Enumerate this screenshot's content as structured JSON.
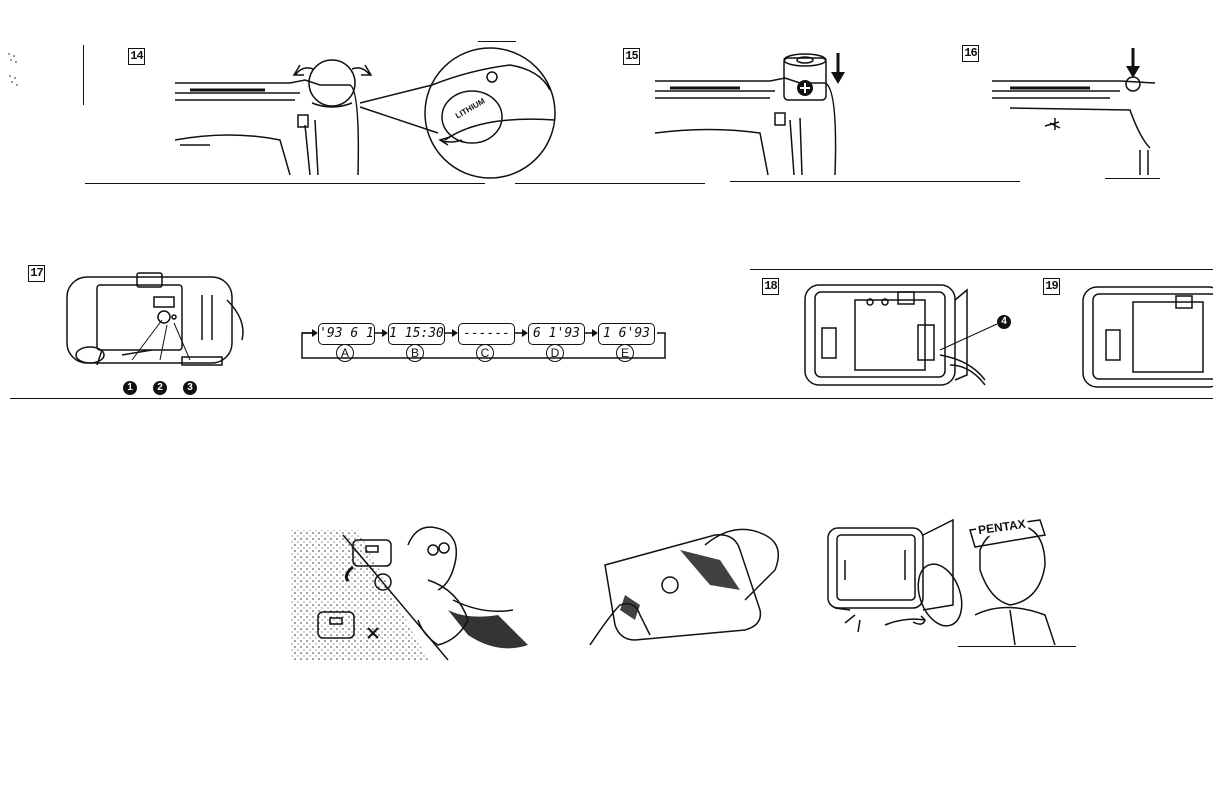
{
  "steps": {
    "s14": "14",
    "s15": "15",
    "s16": "16",
    "s17": "17",
    "s18": "18",
    "s19": "19"
  },
  "battery_label": "LITHIUM",
  "callouts": [
    "1",
    "2",
    "3",
    "4"
  ],
  "date_modes": [
    {
      "display": "'93  6  1",
      "mark": "A"
    },
    {
      "display": "1 15:30",
      "mark": "B"
    },
    {
      "display": "------",
      "mark": "C"
    },
    {
      "display": "6  1'93",
      "mark": "D"
    },
    {
      "display": "1  6'93",
      "mark": "E"
    }
  ],
  "cap_brand": "PENTAX",
  "icons": [
    "rotate-arrows-icon",
    "down-arrow-icon",
    "battery-plus-icon",
    "x-mark-icon",
    "circle-ok-icon"
  ]
}
